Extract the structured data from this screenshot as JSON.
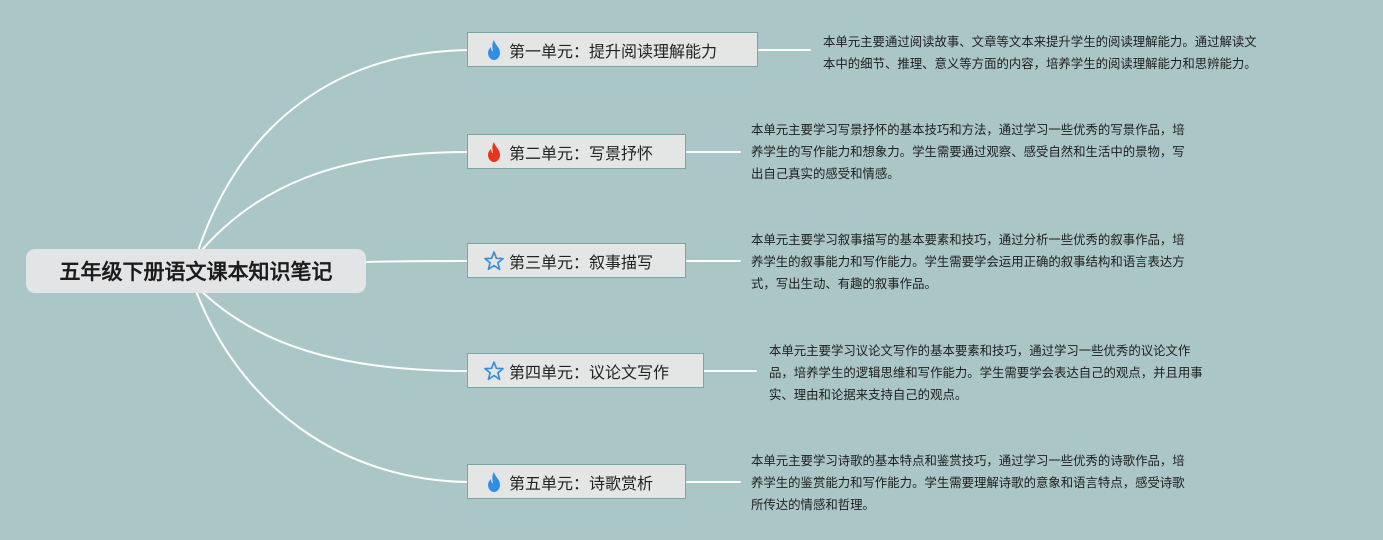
{
  "root": {
    "title": "五年级下册语文课本知识笔记"
  },
  "units": [
    {
      "icon": "blue-flame-icon",
      "title": "第一单元：提升阅读理解能力",
      "desc_lines": [
        "本单元主要通过阅读故事、文章等文本来提升学生的阅读理解能力。通过解读文",
        "本中的细节、推理、意义等方面的内容，培养学生的阅读理解能力和思辨能力。"
      ]
    },
    {
      "icon": "red-flame-icon",
      "title": "第二单元：写景抒怀",
      "desc_lines": [
        "本单元主要学习写景抒怀的基本技巧和方法，通过学习一些优秀的写景作品，培",
        "养学生的写作能力和想象力。学生需要通过观察、感受自然和生活中的景物，写",
        "出自己真实的感受和情感。"
      ]
    },
    {
      "icon": "star-outline-icon",
      "title": "第三单元：叙事描写",
      "desc_lines": [
        "本单元主要学习叙事描写的基本要素和技巧，通过分析一些优秀的叙事作品，培",
        "养学生的叙事能力和写作能力。学生需要学会运用正确的叙事结构和语言表达方",
        "式，写出生动、有趣的叙事作品。"
      ]
    },
    {
      "icon": "star-outline-icon",
      "title": "第四单元：议论文写作",
      "desc_lines": [
        "本单元主要学习议论文写作的基本要素和技巧，通过学习一些优秀的议论文作",
        "品，培养学生的逻辑思维和写作能力。学生需要学会表达自己的观点，并且用事",
        "实、理由和论据来支持自己的观点。"
      ]
    },
    {
      "icon": "blue-flame-icon",
      "title": "第五单元：诗歌赏析",
      "desc_lines": [
        "本单元主要学习诗歌的基本特点和鉴赏技巧，通过学习一些优秀的诗歌作品，培",
        "养学生的鉴赏能力和写作能力。学生需要理解诗歌的意象和语言特点，感受诗歌",
        "所传达的情感和哲理。"
      ]
    }
  ],
  "colors": {
    "background": "#abc6c6",
    "connector": "#ffffff",
    "topic_border": "#7aa5a5",
    "blue_flame": "#2f8ee8",
    "red_flame": "#e8341c",
    "star": "#3a8fd8"
  }
}
